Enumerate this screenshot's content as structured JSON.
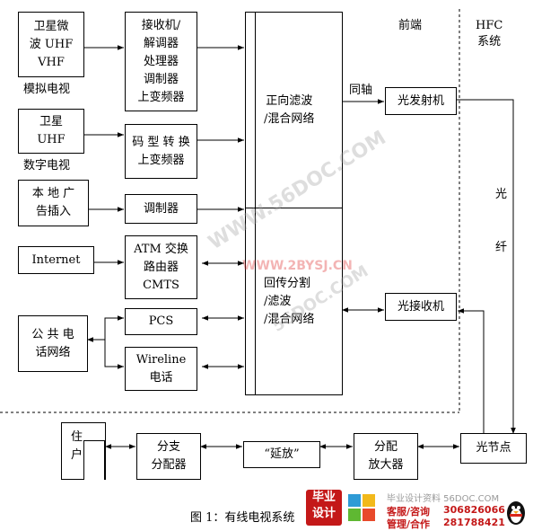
{
  "regions": {
    "headend": "前端",
    "hfc": "HFC\n系统"
  },
  "sources": {
    "sat_analog": "卫星微\n波 UHF\nVHF",
    "analog_tv": "模拟电视",
    "sat_digital": "卫星\nUHF",
    "digital_tv": "数字电视",
    "local_ad": "本 地 广\n告插入",
    "internet": "Internet",
    "phone_net": "公 共 电\n话网络"
  },
  "processors": {
    "receiver_chain": "接收机/\n解调器\n处理器\n调制器\n上变频器",
    "code_convert": "码 型 转 换\n上变频器",
    "modulator": "调制器",
    "atm": "ATM 交换\n路由器\nCMTS",
    "pcs": "PCS",
    "wireline": "Wireline\n电话"
  },
  "combiner": {
    "forward": "正向滤波\n/混合网络",
    "return": "回传分割\n/滤波\n/混合网络"
  },
  "optics": {
    "coax_label": "同轴",
    "transmitter": "光发射机",
    "receiver": "光接收机",
    "fiber_label_1": "光",
    "fiber_label_2": "纤",
    "node": "光节点"
  },
  "distribution": {
    "dist_amp": "分配\n放大器",
    "extend": "“延放”",
    "branch": "分支\n分配器",
    "home": "住\n户"
  },
  "caption": "图 1：有线电视系统",
  "watermarks": {
    "diag_1": "WWW.56DOC.COM",
    "diag_2": "WWW.2BYSJ.CN",
    "diag_3": "56DOC.COM",
    "logo_badge": "毕业\n设计",
    "logo_line_1": "毕业设计资料 56DOC.COM",
    "logo_line_2a": "客服/咨询",
    "logo_line_2b": "306826066",
    "logo_line_3a": "管理/合作",
    "logo_line_3b": "281788421"
  }
}
